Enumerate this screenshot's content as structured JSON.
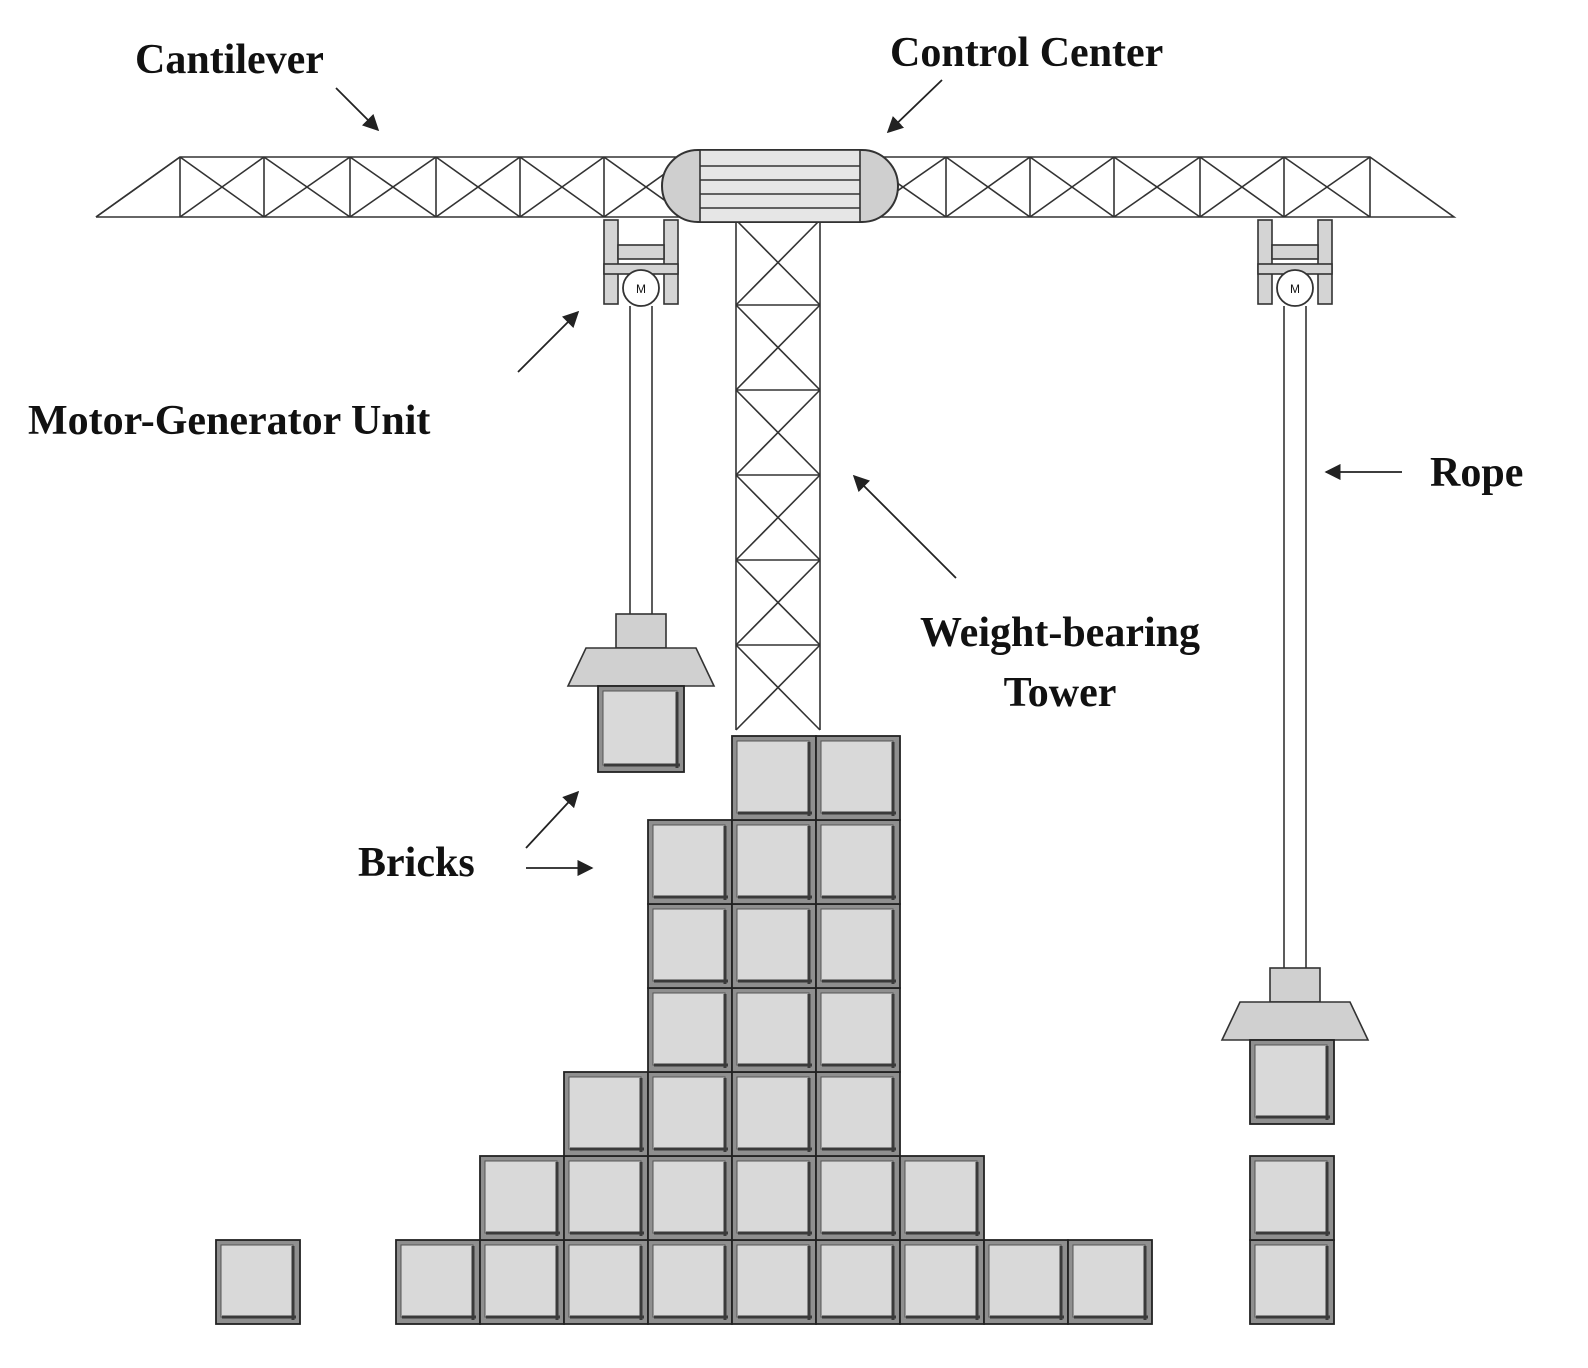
{
  "labels": {
    "cantilever": "Cantilever",
    "control_center": "Control Center",
    "motor_generator_unit": "Motor-Generator Unit",
    "rope": "Rope",
    "tower_line1": "Weight-bearing",
    "tower_line2": "Tower",
    "bricks": "Bricks"
  },
  "motor_symbol": "M",
  "colors": {
    "line": "#333333",
    "brick_face": "#d9d9d9",
    "brick_frame": "#8f8f8f",
    "hub": "#cfcfcf",
    "hook": "#d0d0d0"
  },
  "counts": {
    "main_stack_rows_bottom_to_top": [
      9,
      6,
      4,
      3,
      3,
      3,
      2
    ],
    "loose_ground_bricks": 1,
    "right_stack_bricks": 2,
    "bricks_on_hooks": 2
  }
}
